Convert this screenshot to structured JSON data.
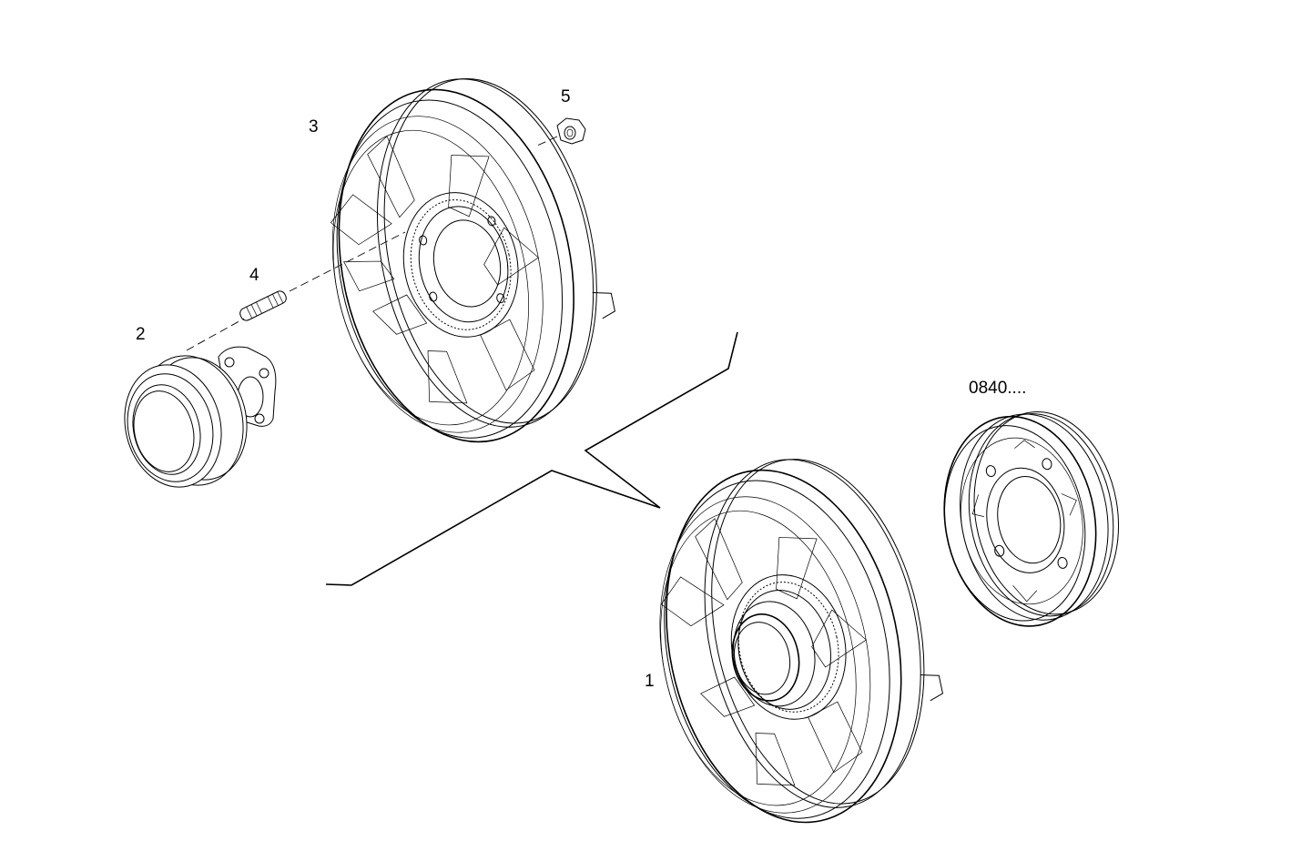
{
  "diagram": {
    "part_labels": [
      {
        "id": "1",
        "text": "1"
      },
      {
        "id": "2",
        "text": "2"
      },
      {
        "id": "3",
        "text": "3"
      },
      {
        "id": "4",
        "text": "4"
      },
      {
        "id": "5",
        "text": "5"
      },
      {
        "id": "ref",
        "text": "0840...."
      }
    ]
  }
}
